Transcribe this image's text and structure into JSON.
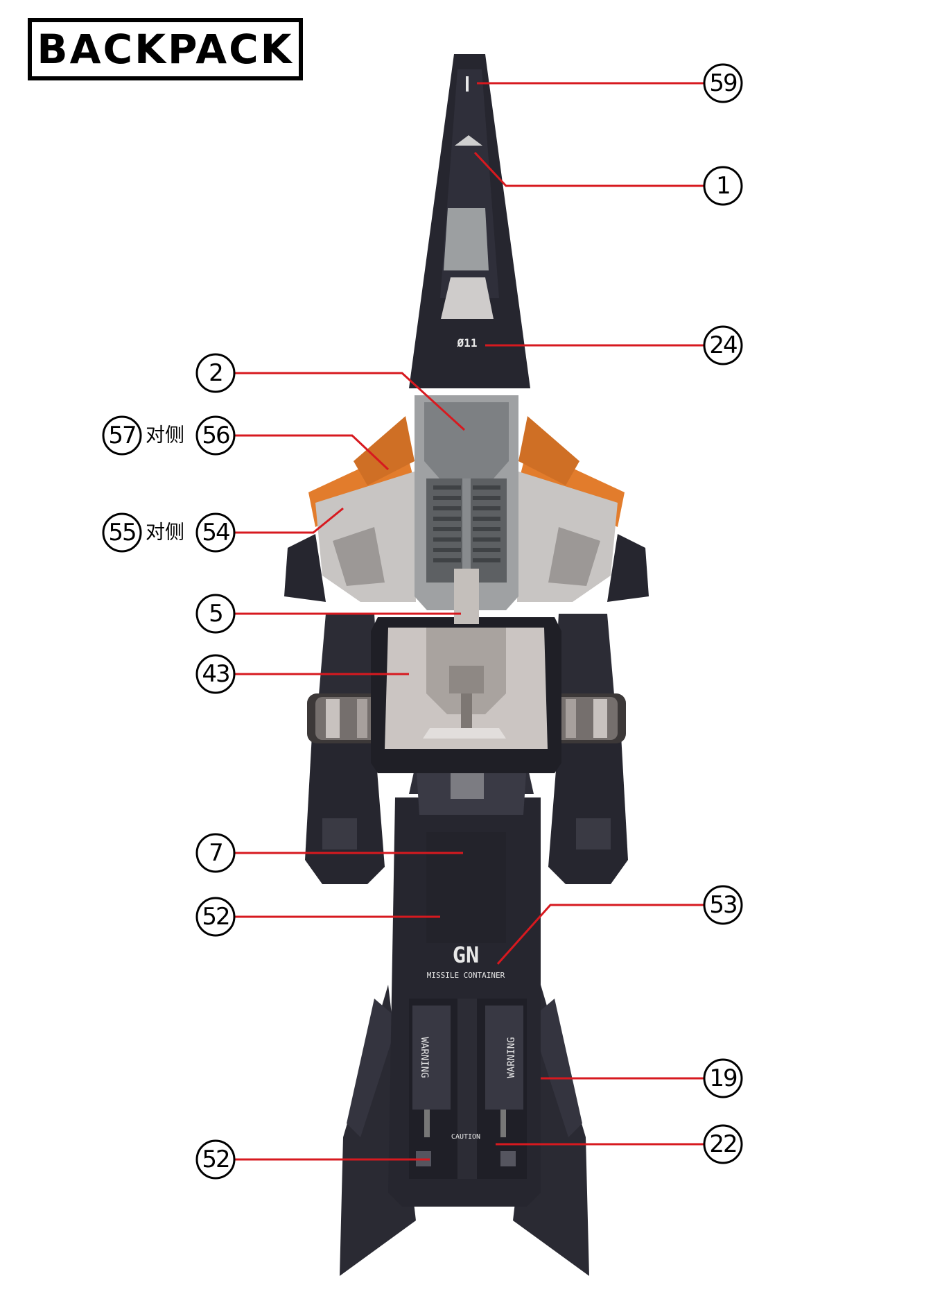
{
  "title": "BACKPACK",
  "colors": {
    "leader_line": "#d7191f",
    "armor_dark": "#24242e",
    "armor_mid": "#34343f",
    "armor_grey": "#8d9093",
    "armor_light": "#c6c3c1",
    "armor_orange": "#e07b2d"
  },
  "side_note": "对侧",
  "callouts": [
    {
      "id": "c59",
      "num": "59"
    },
    {
      "id": "c1",
      "num": "1"
    },
    {
      "id": "c24",
      "num": "24"
    },
    {
      "id": "c2",
      "num": "2"
    },
    {
      "id": "c56",
      "num": "56",
      "opposite": "57"
    },
    {
      "id": "c54",
      "num": "54",
      "opposite": "55"
    },
    {
      "id": "c5",
      "num": "5"
    },
    {
      "id": "c43",
      "num": "43"
    },
    {
      "id": "c7",
      "num": "7"
    },
    {
      "id": "c52a",
      "num": "52"
    },
    {
      "id": "c53",
      "num": "53"
    },
    {
      "id": "c19",
      "num": "19"
    },
    {
      "id": "c22",
      "num": "22"
    },
    {
      "id": "c52b",
      "num": "52"
    }
  ],
  "decals": {
    "unit_number": "Ø11",
    "container_logo": "GN",
    "container_text": "MISSILE CONTAINER",
    "warning_left": "WARNING",
    "warning_right": "WARNING",
    "caution": "CAUTION"
  }
}
